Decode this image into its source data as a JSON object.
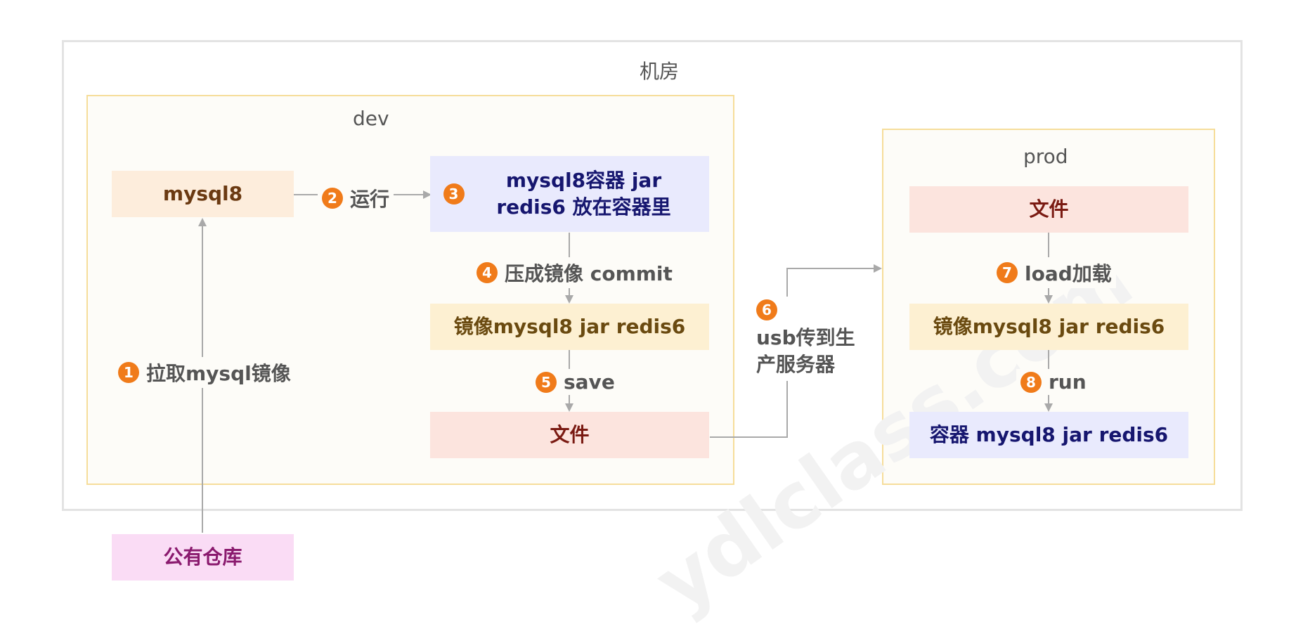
{
  "containers": {
    "outer_title": "机房",
    "dev_title": "dev",
    "prod_title": "prod"
  },
  "nodes": {
    "mysql8": "mysql8",
    "container_jar": "mysql8容器 jar redis6 放在容器里",
    "image_dev": "镜像mysql8 jar redis6",
    "file_dev": "文件",
    "file_prod": "文件",
    "image_prod": "镜像mysql8 jar redis6",
    "container_prod": "容器 mysql8 jar redis6",
    "public_repo": "公有仓库"
  },
  "edges": {
    "step1": {
      "num": "1",
      "label": "拉取mysql镜像"
    },
    "step2": {
      "num": "2",
      "label": "运行"
    },
    "step3": {
      "num": "3"
    },
    "step4": {
      "num": "4",
      "label": "压成镜像 commit"
    },
    "step5": {
      "num": "5",
      "label": "save"
    },
    "step6": {
      "num": "6",
      "label": "usb传到生产服务器"
    },
    "step7": {
      "num": "7",
      "label": "load加载"
    },
    "step8": {
      "num": "8",
      "label": "run"
    }
  },
  "watermark": "ydlclass.com",
  "colors": {
    "accent_number": "#f07b1a",
    "edge": "#a9a9a9",
    "node_peach": "#fdeddc",
    "node_blue": "#e9eafd",
    "node_yellow": "#fdf0d2",
    "node_red": "#fce4de",
    "node_pink": "#fadcf5"
  }
}
